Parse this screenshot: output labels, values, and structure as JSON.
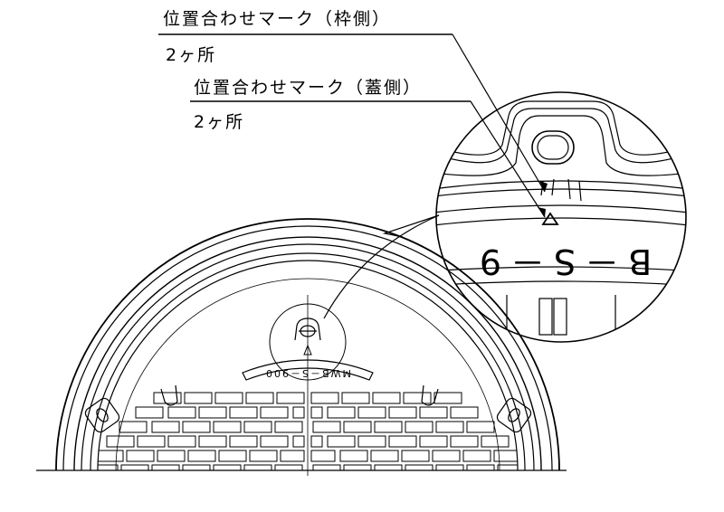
{
  "callouts": {
    "frame_mark_title": "位置合わせマーク（枠側）",
    "frame_mark_count": "2ヶ所",
    "lid_mark_title": "位置合わせマーク（蓋側）",
    "lid_mark_count": "2ヶ所"
  },
  "detail": {
    "mark_symbol": "△",
    "engraving": "B－S－9"
  },
  "cover": {
    "engraving_text": "MWB－S－900"
  },
  "colors": {
    "line": "#000000",
    "background": "#ffffff"
  }
}
